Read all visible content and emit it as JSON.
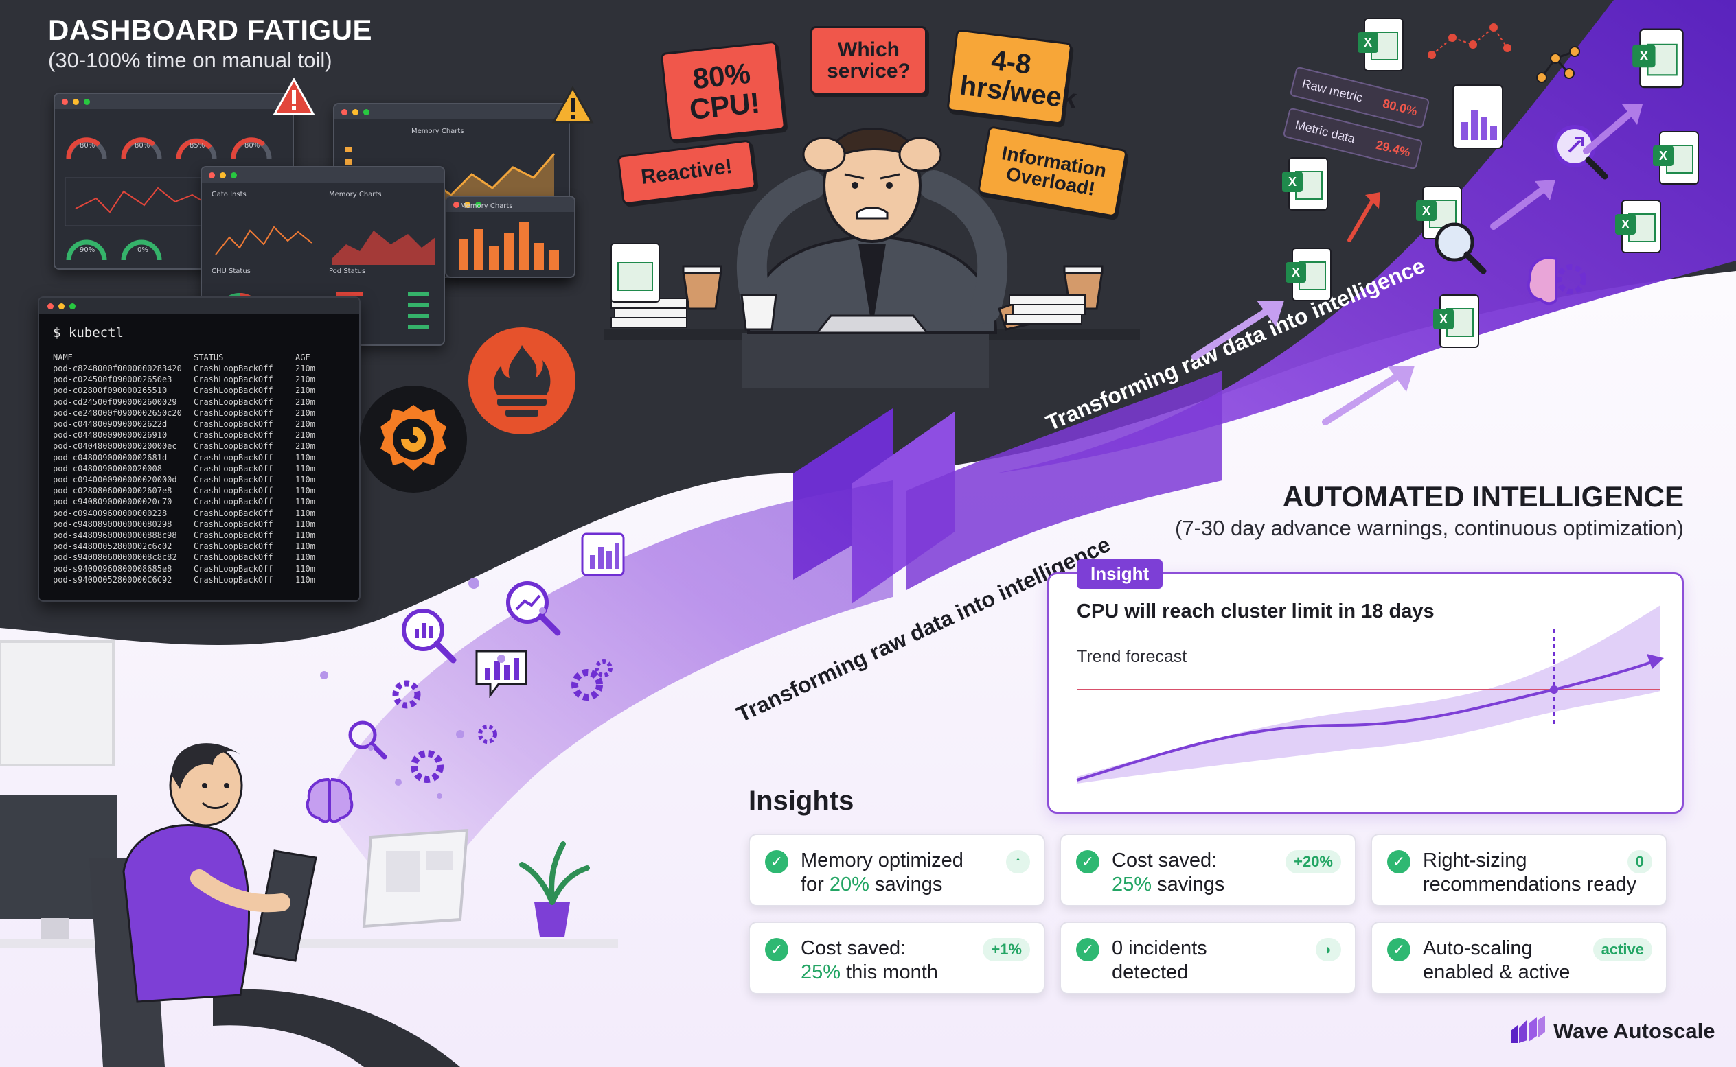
{
  "left_panel": {
    "title": "DASHBOARD FATIGUE",
    "subtitle": "(30-100% time on manual toil)",
    "gauges": [
      "80%",
      "80%",
      "85%",
      "80%",
      "90%",
      "0%"
    ],
    "panel_titles": [
      "Memory Charts",
      "Gato Insts",
      "Memory Charts",
      "CHU Status",
      "Pod Status",
      "Memory Charts"
    ],
    "terminal": {
      "command": "$ kubectl",
      "headers": [
        "NAME",
        "STATUS",
        "AGE"
      ],
      "rows": [
        [
          "pod-c8248000f0000000283420",
          "CrashLoopBackOff",
          "210m"
        ],
        [
          "pod-c024500f0900002650e3",
          "CrashLoopBackOff",
          "210m"
        ],
        [
          "pod-c02800f090000265510",
          "CrashLoopBackOff",
          "210m"
        ],
        [
          "pod-cd24500f0900002600029",
          "CrashLoopBackOff",
          "210m"
        ],
        [
          "pod-ce248000f0900002650c20",
          "CrashLoopBackOff",
          "210m"
        ],
        [
          "pod-c04480090900002622d",
          "CrashLoopBackOff",
          "210m"
        ],
        [
          "pod-c044800090000026910",
          "CrashLoopBackOff",
          "210m"
        ],
        [
          "pod-c040480000000020000ec",
          "CrashLoopBackOff",
          "210m"
        ],
        [
          "pod-c04800900000002681d",
          "CrashLoopBackOff",
          "110m"
        ],
        [
          "pod-c04800900000020008",
          "CrashLoopBackOff",
          "110m"
        ],
        [
          "pod-c0940000900000020000d",
          "CrashLoopBackOff",
          "110m"
        ],
        [
          "pod-c02808060000002607e8",
          "CrashLoopBackOff",
          "110m"
        ],
        [
          "pod-c9408090000000020c70",
          "CrashLoopBackOff",
          "110m"
        ],
        [
          "pod-c094009600000000228",
          "CrashLoopBackOff",
          "110m"
        ],
        [
          "pod-c9480890000000080298",
          "CrashLoopBackOff",
          "110m"
        ],
        [
          "pod-s44809600000000888c98",
          "CrashLoopBackOff",
          "110m"
        ],
        [
          "pod-s44800052800002c6c02",
          "CrashLoopBackOff",
          "110m"
        ],
        [
          "pod-s940080600000008c8c82",
          "CrashLoopBackOff",
          "110m"
        ],
        [
          "pod-s94000960800008685e8",
          "CrashLoopBackOff",
          "110m"
        ],
        [
          "pod-s94000052800000C6C92",
          "CrashLoopBackOff",
          "110m"
        ]
      ]
    },
    "bubbles": {
      "cpu": "80% CPU!",
      "which": "Which service?",
      "hours": "4-8 hrs/week",
      "reactive": "Reactive!",
      "overload": "Information Overload!"
    }
  },
  "flow": {
    "text_upper": "Transforming raw data into intelligence",
    "text_lower": "Transforming raw data into intelligence",
    "metric_cards": [
      {
        "label": "Raw metric",
        "value": "80.0%"
      },
      {
        "label": "Metric data",
        "value": "29.4%"
      }
    ]
  },
  "right_panel": {
    "title": "AUTOMATED INTELLIGENCE",
    "subtitle": "(7-30 day advance warnings, continuous optimization)",
    "insight_card": {
      "tag": "Insight",
      "headline": "CPU will reach cluster limit in 18 days",
      "trend_label": "Trend forecast"
    },
    "insights_title": "Insights",
    "tiles": [
      {
        "line1": "Memory optimized",
        "line2_pre": "for ",
        "line2_hl": "20%",
        "line2_post": " savings",
        "badge": "↑"
      },
      {
        "line1": "Cost saved:",
        "line2_pre": "",
        "line2_hl": "25%",
        "line2_post": " savings",
        "badge": "+20%"
      },
      {
        "line1": "Right-sizing",
        "line2_pre": "recommendations ready",
        "line2_hl": "",
        "line2_post": "",
        "badge": "0"
      },
      {
        "line1": "Cost saved:",
        "line2_pre": "",
        "line2_hl": "25%",
        "line2_post": " this month",
        "badge": "+1%"
      },
      {
        "line1": "0 incidents",
        "line2_pre": "detected",
        "line2_hl": "",
        "line2_post": "",
        "badge": "◗"
      },
      {
        "line1": "Auto-scaling",
        "line2_pre": "enabled & active",
        "line2_hl": "",
        "line2_post": "",
        "badge": "active"
      }
    ]
  },
  "brand": {
    "name": "Wave Autoscale"
  },
  "colors": {
    "dark_bg": "#2f3138",
    "purple": "#7d3fd6",
    "purple_light": "#c9a9f2",
    "red": "#f0574b",
    "orange": "#f7a638",
    "green": "#2eb872"
  }
}
